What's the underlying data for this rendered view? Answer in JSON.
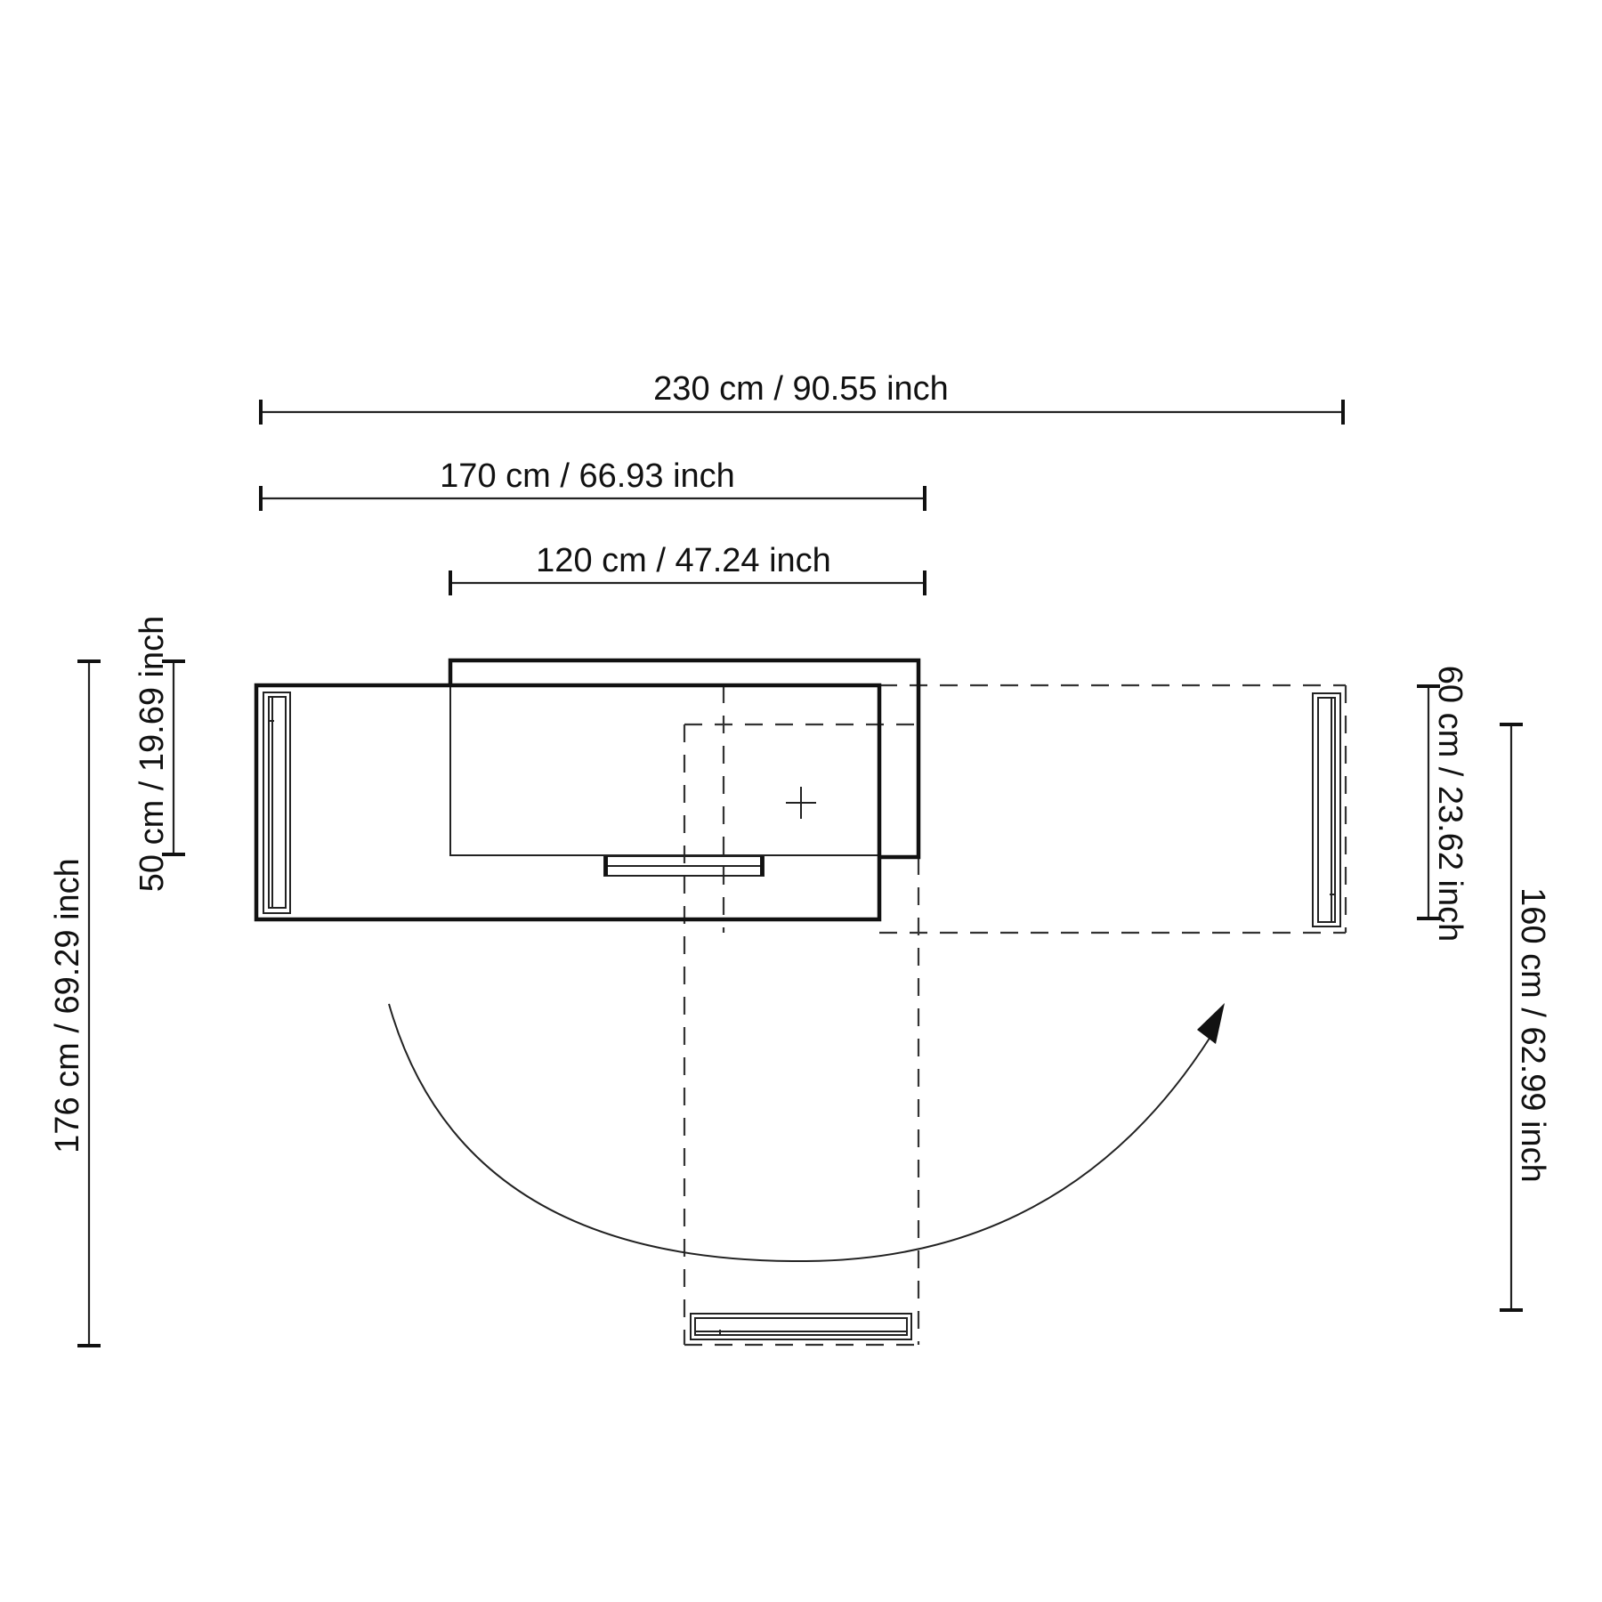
{
  "diagram": {
    "type": "furniture-dimension-plan",
    "colors": {
      "line": "#111111",
      "background": "#ffffff"
    },
    "dimensions": {
      "total_width": {
        "label": "230 cm / 90.55 inch",
        "cm": 230,
        "inch": 90.55,
        "orientation": "horizontal"
      },
      "closed_width": {
        "label": "170 cm / 66.93 inch",
        "cm": 170,
        "inch": 66.93,
        "orientation": "horizontal"
      },
      "top_width": {
        "label": "120 cm / 47.24 inch",
        "cm": 120,
        "inch": 47.24,
        "orientation": "horizontal"
      },
      "top_depth": {
        "label": "50 cm / 19.69 inch",
        "cm": 50,
        "inch": 19.69,
        "orientation": "vertical"
      },
      "total_depth": {
        "label": "176 cm / 69.29 inch",
        "cm": 176,
        "inch": 69.29,
        "orientation": "vertical"
      },
      "body_depth": {
        "label": "60 cm / 23.62 inch",
        "cm": 60,
        "inch": 23.62,
        "orientation": "vertical"
      },
      "rotated_depth": {
        "label": "160 cm / 62.99 inch",
        "cm": 160,
        "inch": 62.99,
        "orientation": "vertical"
      }
    },
    "elements": [
      "main-body-outline",
      "swivel-top-outline",
      "handle",
      "left-drawer",
      "rotated-position-right-dashed",
      "rotated-position-bottom-dashed",
      "right-drawer",
      "bottom-drawer",
      "pivot-cross",
      "rotation-arc-arrow"
    ]
  }
}
